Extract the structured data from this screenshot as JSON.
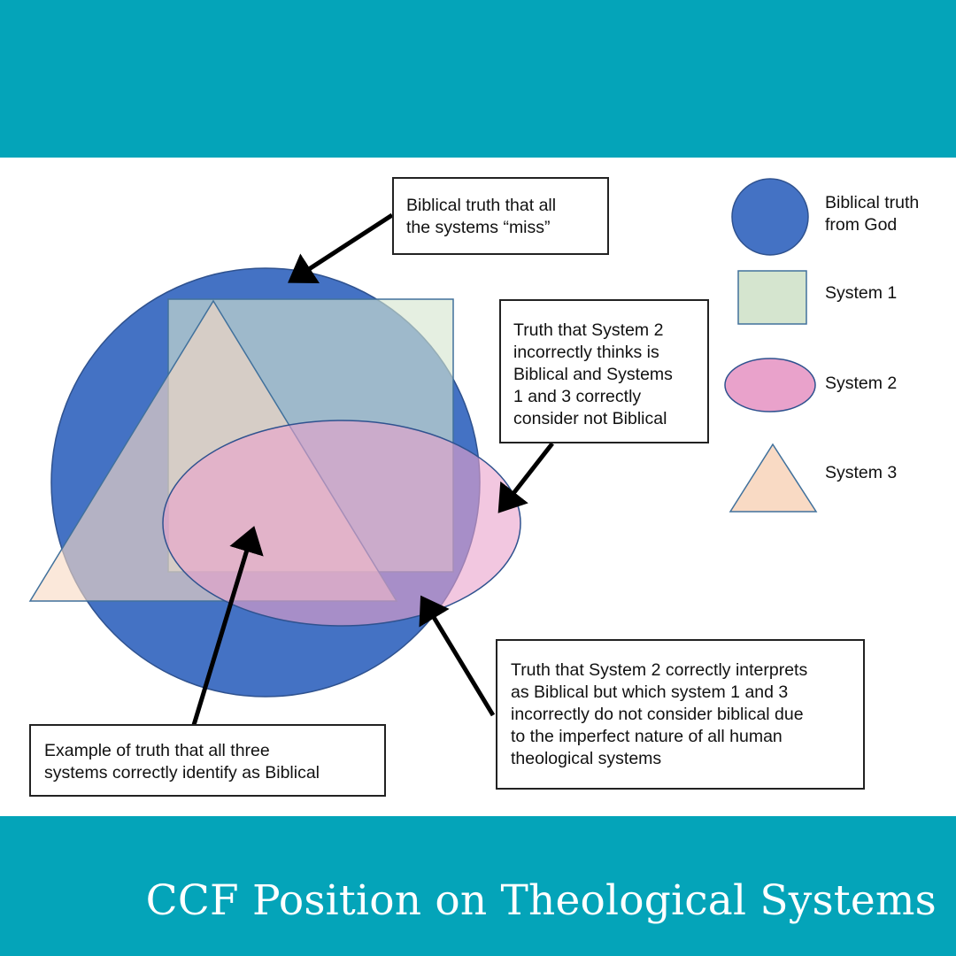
{
  "footer": {
    "title": "CCF Position on Theological Systems"
  },
  "legend": {
    "biblical_truth": "Biblical truth\nfrom God",
    "system1": "System 1",
    "system2": "System 2",
    "system3": "System 3"
  },
  "callouts": {
    "missed_truth": "Biblical truth that all\nthe systems “miss”",
    "system2_incorrect": "Truth that System 2\nincorrectly thinks is\nBiblical and Systems\n1 and 3 correctly\nconsider not Biblical",
    "all_three_correct": "Example of truth that all three\nsystems correctly identify as Biblical",
    "system2_correct": "Truth that System 2 correctly interprets\nas Biblical but which system 1 and 3\nincorrectly do not consider biblical due\nto the imperfect nature of all human\ntheological systems"
  },
  "colors": {
    "band": "#04a4b9",
    "biblical_truth": "#4472c4",
    "system1": "#d5e5cf",
    "system2": "#e9a2cb",
    "system3": "#f9dac4"
  }
}
